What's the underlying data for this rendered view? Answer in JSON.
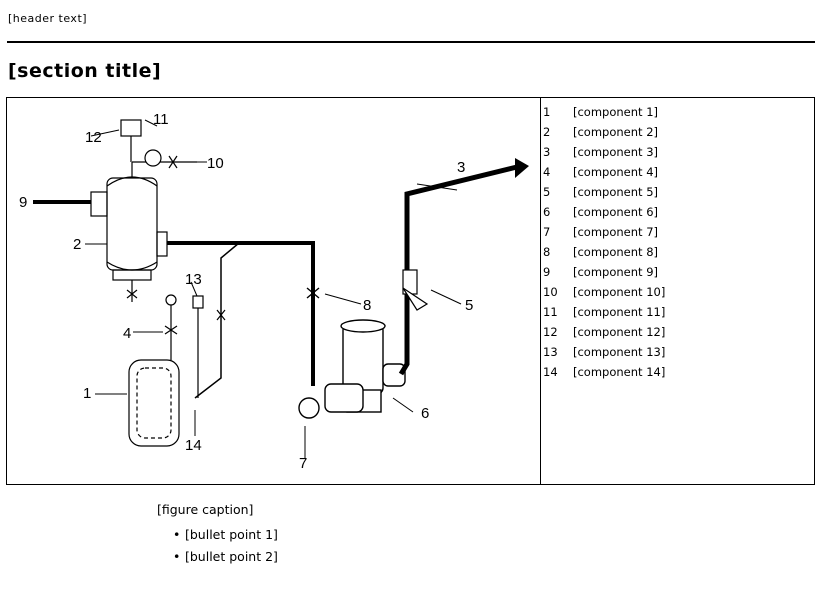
{
  "header": {
    "label": "[header text]"
  },
  "title": "[section title]",
  "diagram": {
    "callouts": [
      "1",
      "2",
      "3",
      "4",
      "5",
      "6",
      "7",
      "8",
      "9",
      "10",
      "11",
      "12",
      "13",
      "14"
    ]
  },
  "legend": {
    "items": [
      {
        "num": "1",
        "text": "[component 1]"
      },
      {
        "num": "2",
        "text": "[component 2]"
      },
      {
        "num": "3",
        "text": "[component 3]"
      },
      {
        "num": "4",
        "text": "[component 4]"
      },
      {
        "num": "5",
        "text": "[component 5]"
      },
      {
        "num": "6",
        "text": "[component 6]"
      },
      {
        "num": "7",
        "text": "[component 7]"
      },
      {
        "num": "8",
        "text": "[component 8]"
      },
      {
        "num": "9",
        "text": "[component 9]"
      },
      {
        "num": "10",
        "text": "[component 10]"
      },
      {
        "num": "11",
        "text": "[component 11]"
      },
      {
        "num": "12",
        "text": "[component 12]"
      },
      {
        "num": "13",
        "text": "[component 13]"
      },
      {
        "num": "14",
        "text": "[component 14]"
      }
    ]
  },
  "caption": "[figure caption]",
  "bullets": [
    {
      "marker": "•",
      "text": "[bullet point 1]"
    },
    {
      "marker": "•",
      "text": "[bullet point 2]"
    }
  ]
}
